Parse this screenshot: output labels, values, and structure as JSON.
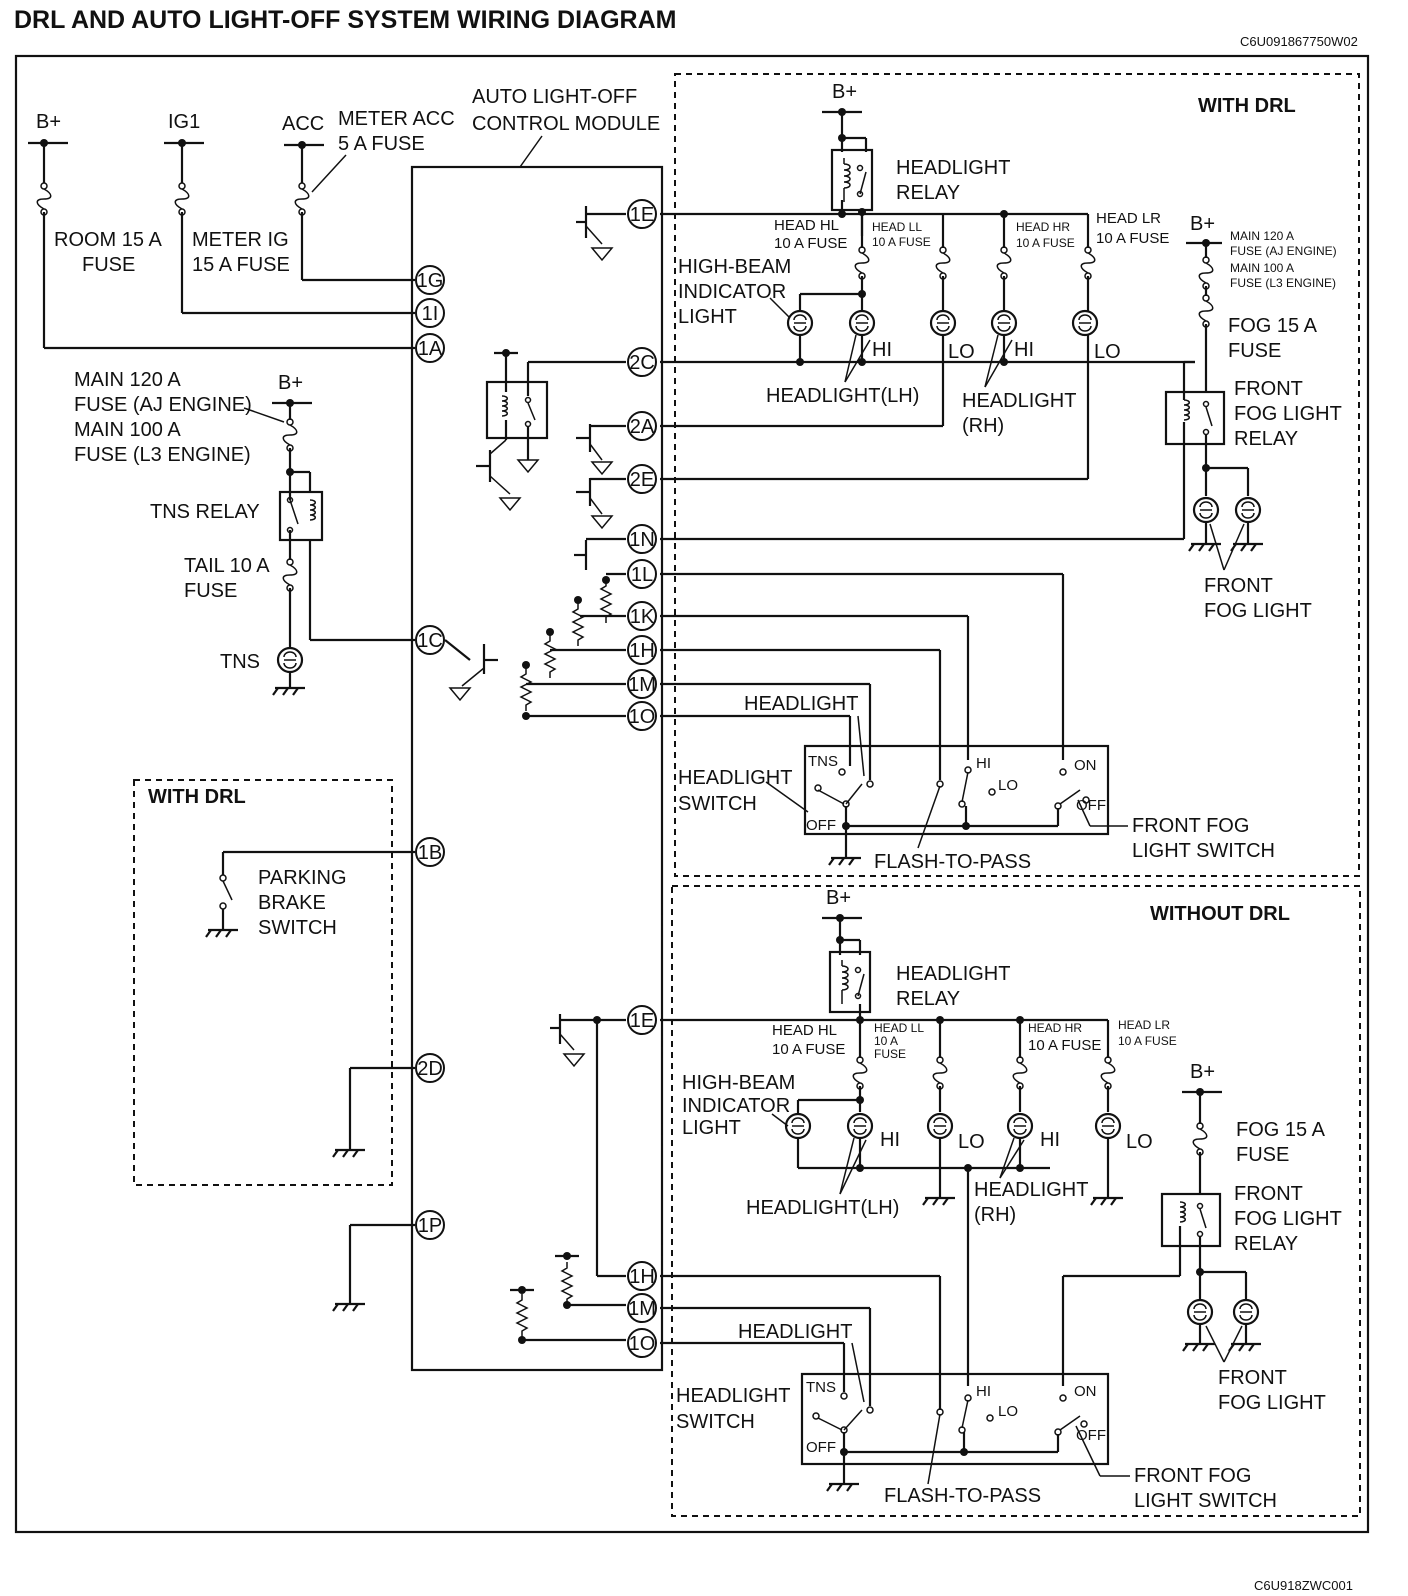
{
  "title": "DRL AND AUTO LIGHT-OFF SYSTEM WIRING DIAGRAM",
  "code_top": "C6U091867750W02",
  "code_bottom": "C6U918ZWC001",
  "sections": {
    "with_drl": "WITH  DRL",
    "without_drl": "WITHOUT  DRL",
    "with_drl_left": "WITH  DRL"
  },
  "module": {
    "l1": "AUTO LIGHT-OFF",
    "l2": "CONTROL MODULE"
  },
  "power": {
    "bplus": "B+",
    "ig1": "IG1",
    "acc": "ACC"
  },
  "fuses": {
    "room_l1": "ROOM 15 A",
    "room_l2": "FUSE",
    "meter_ig_l1": "METER IG",
    "meter_ig_l2": "15 A FUSE",
    "meter_acc_l1": "METER ACC",
    "meter_acc_l2": "5 A FUSE",
    "main_l1": "MAIN 120 A",
    "main_l2": "FUSE (AJ ENGINE)",
    "main_l3": "MAIN 100 A",
    "main_l4": "FUSE (L3 ENGINE)",
    "tail_l1": "TAIL 10 A",
    "tail_l2": "FUSE",
    "head_hl_l1": "HEAD HL",
    "head_hl_l2": "10 A FUSE",
    "head_ll_l1": "HEAD LL",
    "head_ll_l2": "10 A FUSE",
    "head_hr_l1": "HEAD HR",
    "head_hr_l2": "10 A FUSE",
    "head_lr_l1": "HEAD LR",
    "head_lr_l2": "10 A FUSE",
    "head_ll_b1": "HEAD LL",
    "head_ll_b2": "10 A",
    "head_ll_b3": "FUSE",
    "main_s1": "MAIN 120 A",
    "main_s2": "FUSE (AJ ENGINE)",
    "main_s3": "MAIN 100 A",
    "main_s4": "FUSE (L3 ENGINE)",
    "fog_l1": "FOG 15 A",
    "fog_l2": "FUSE"
  },
  "components": {
    "tns_relay": "TNS RELAY",
    "tns": "TNS",
    "headlight_relay_l1": "HEADLIGHT",
    "headlight_relay_l2": "RELAY",
    "hb_l1": "HIGH-BEAM",
    "hb_l2": "INDICATOR",
    "hb_l3": "LIGHT",
    "hi": "HI",
    "lo": "LO",
    "headlight_lh": "HEADLIGHT(LH)",
    "headlight_rh_l1": "HEADLIGHT",
    "headlight_rh_l2": "(RH)",
    "fog_relay_l1": "FRONT",
    "fog_relay_l2": "FOG  LIGHT",
    "fog_relay_l3": "RELAY",
    "fog_light_l1": "FRONT",
    "fog_light_l2": "FOG  LIGHT",
    "headlight": "HEADLIGHT",
    "hs_l1": "HEADLIGHT",
    "hs_l2": "SWITCH",
    "tns_pos": "TNS",
    "off_pos": "OFF",
    "hi_pos": "HI",
    "lo_pos": "LO",
    "on_pos": "ON",
    "off2_pos": "OFF",
    "flash": "FLASH-TO-PASS",
    "fog_sw_l1": "FRONT FOG",
    "fog_sw_l2": "LIGHT SWITCH",
    "pb_l1": "PARKING",
    "pb_l2": "BRAKE",
    "pb_l3": "SWITCH"
  },
  "pins": {
    "p1G": "1G",
    "p1I": "1I",
    "p1A": "1A",
    "p1E": "1E",
    "p2C": "2C",
    "p2A": "2A",
    "p2E": "2E",
    "p1N": "1N",
    "p1L": "1L",
    "p1K": "1K",
    "p1H": "1H",
    "p1M": "1M",
    "p1O": "1O",
    "p1C": "1C",
    "p1B": "1B",
    "p2D": "2D",
    "p1P": "1P"
  }
}
